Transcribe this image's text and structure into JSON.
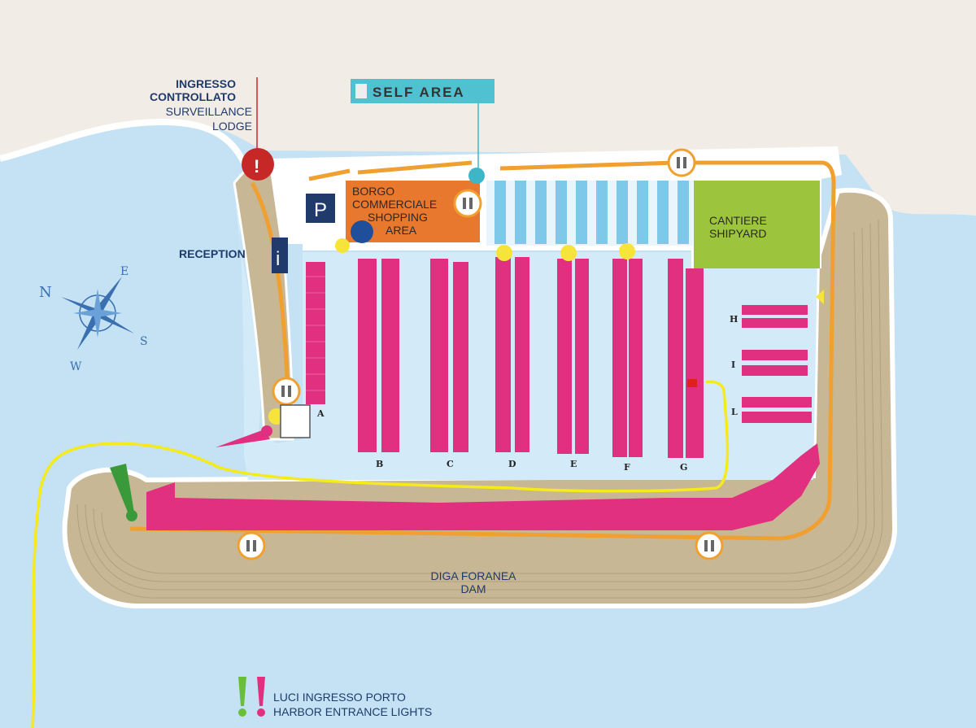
{
  "title": "Harbor map",
  "labels": {
    "entrance_it_1": "INGRESSO",
    "entrance_it_2": "CONTROLLATO",
    "entrance_en_1": "SURVEILLANCE",
    "entrance_en_2": "LODGE",
    "reception": "RECEPTION",
    "self_area": "SELF AREA",
    "shopping_it_1": "BORGO",
    "shopping_it_2": "COMMERCIALE",
    "shopping_en_1": "SHOPPING",
    "shopping_en_2": "AREA",
    "shipyard_it": "CANTIERE",
    "shipyard_en": "SHIPYARD",
    "dam_it": "DIGA FORANEA",
    "dam_en": "DAM",
    "legend_it": "LUCI INGRESSO PORTO",
    "legend_en": "HARBOR ENTRANCE LIGHTS",
    "parking": "P",
    "info": "i"
  },
  "compass": {
    "n": "N",
    "e": "E",
    "s": "S",
    "w": "W"
  },
  "piers": [
    "A",
    "B",
    "C",
    "D",
    "E",
    "F",
    "G",
    "H",
    "I",
    "L"
  ],
  "colors": {
    "sea": "#c4e2f4",
    "basin": "#d3ebf8",
    "land": "#f1ede6",
    "dam": "#c8b795",
    "berth": "#e0307f",
    "path": "#f0a030",
    "route": "#f5ea1a",
    "shopping": "#e8782e",
    "shipyard": "#9cc43c",
    "blue_berth": "#7ec8ea"
  }
}
